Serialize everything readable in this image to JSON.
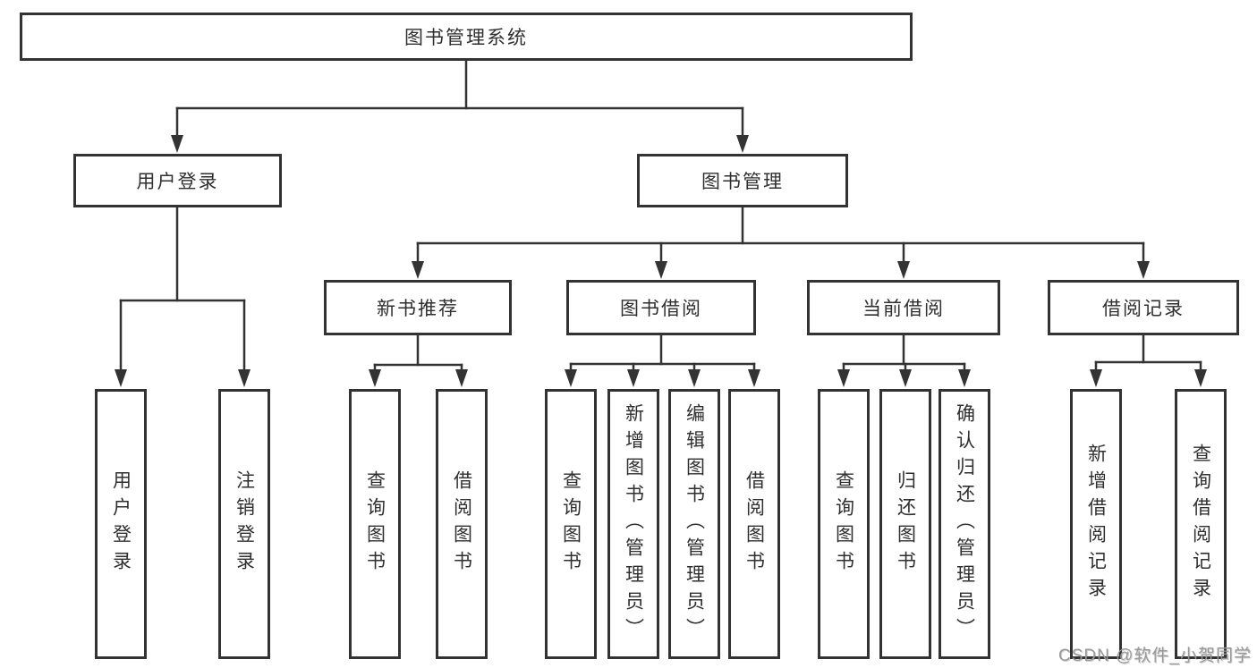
{
  "diagram": {
    "type": "hierarchy-structure-chart",
    "title": "图书管理系统"
  },
  "tree": {
    "root": {
      "label": "图书管理系统",
      "children": [
        {
          "label": "用户登录",
          "children": [
            {
              "label": "用户登录"
            },
            {
              "label": "注销登录"
            }
          ]
        },
        {
          "label": "图书管理",
          "children": [
            {
              "label": "新书推荐",
              "children": [
                {
                  "label": "查询图书"
                },
                {
                  "label": "借阅图书"
                }
              ]
            },
            {
              "label": "图书借阅",
              "children": [
                {
                  "label": "查询图书"
                },
                {
                  "label": "新增图书（管理员）"
                },
                {
                  "label": "编辑图书（管理员）"
                },
                {
                  "label": "借阅图书"
                }
              ]
            },
            {
              "label": "当前借阅",
              "children": [
                {
                  "label": "查询图书"
                },
                {
                  "label": "归还图书"
                },
                {
                  "label": "确认归还（管理员）"
                }
              ]
            },
            {
              "label": "借阅记录",
              "children": [
                {
                  "label": "新增借阅记录"
                },
                {
                  "label": "查询借阅记录"
                }
              ]
            }
          ]
        }
      ]
    }
  },
  "watermark": {
    "text": "CSDN @软件_小贺同学",
    "color": "#999999"
  },
  "colors": {
    "border": "#333333",
    "line": "#333333",
    "text": "#2f2f2f",
    "background": "#ffffff"
  }
}
